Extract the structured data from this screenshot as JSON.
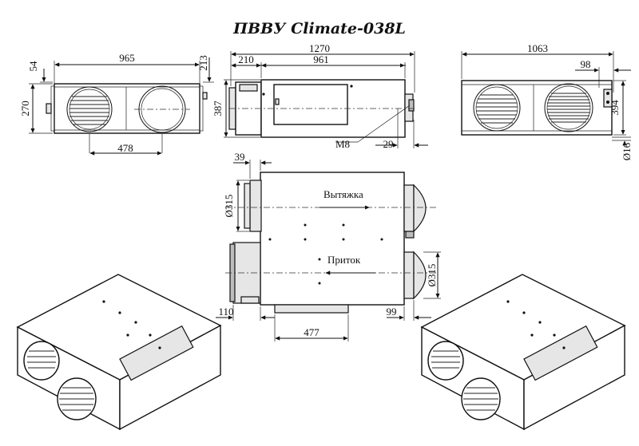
{
  "title": "ПВВУ Climate-038L",
  "front_view": {
    "width": "965",
    "height": "270",
    "top_offset": "54",
    "right_offset": "213",
    "spacing": "478"
  },
  "side_view": {
    "length": "1270",
    "left_offset": "210",
    "middle": "961",
    "height": "387",
    "bolt": "M8",
    "bolt_offset": "29"
  },
  "back_view": {
    "width": "1063",
    "offset": "98",
    "height": "394",
    "hole": "Ø16"
  },
  "top_view": {
    "flange": "39",
    "duct_top": "Ø315",
    "duct_bottom": "Ø315",
    "exhaust_label": "Вытяжка",
    "supply_label": "Приток",
    "left_offset": "110",
    "base_width": "477",
    "right_offset": "99"
  }
}
